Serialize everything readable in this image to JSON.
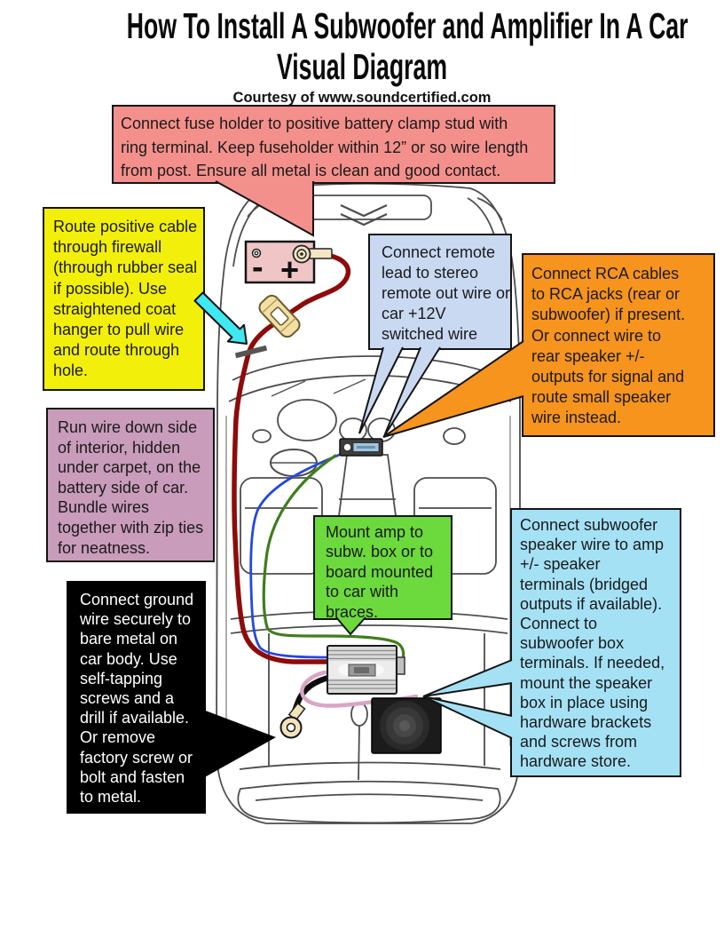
{
  "title": {
    "line1": "How To Install A Subwoofer and Amplifier In A Car",
    "line2": "Visual Diagram",
    "courtesy": "Courtesy of www.soundcertified.com"
  },
  "callouts": {
    "fuse_holder": {
      "text": "Connect fuse holder to positive battery clamp stud with\nring terminal. Keep fuseholder within 12” or so wire length\nfrom post. Ensure all metal is clean and good contact.",
      "color": "#F4908C"
    },
    "firewall_routing": {
      "text": "Route positive cable\nthrough firewall\n(through rubber seal\nif possible). Use\nstraightened coat\nhanger to pull wire\nand route through\nhole.",
      "color": "#F2EF0A"
    },
    "remote_lead": {
      "text": "Connect remote\nlead to stereo\nremote out wire or\ncar +12V\nswitched wire",
      "color": "#C9D9F2"
    },
    "rca_cables": {
      "text": "Connect RCA cables\nto RCA jacks (rear or\nsubwoofer) if present.\nOr connect wire to\nrear speaker +/-\noutputs for signal and\nroute small speaker\nwire instead.",
      "color": "#F7941D"
    },
    "interior_wiring": {
      "text": "Run wire down side\nof interior, hidden\nunder carpet, on the\nbattery side of car.\nBundle wires\ntogether with zip ties\nfor neatness.",
      "color": "#C99CBB"
    },
    "amp_mounting": {
      "text": "Mount amp to\nsubw. box or to\nboard mounted\nto car with\nbraces.",
      "color": "#6CD93D"
    },
    "ground_wire": {
      "text": "Connect ground\nwire securely to\nbare metal on\ncar body. Use\nself-tapping\nscrews and a\ndrill if available.\nOr remove\nfactory screw or\nbolt and fasten\nto metal.",
      "color": "#000000"
    },
    "subwoofer_wiring": {
      "text": "Connect subwoofer\nspeaker wire to amp\n+/- speaker\nterminals (bridged\noutputs if available).\nConnect to\nsubwoofer box\nterminals. If needed,\nmount the speaker\nbox in place using\nhardware brackets\nand screws from\nhardware store.",
      "color": "#A5E1F5"
    }
  },
  "diagram": {
    "battery": {
      "minus_label": "-",
      "plus_label": "+"
    },
    "wire_colors": {
      "power": "#8E0B0B",
      "rca_signal": "#2447E0",
      "remote": "#3F7D1C",
      "ground": "#0D0D0D",
      "speaker": "#D8A5C5"
    },
    "pointer_arrow_color": "#3EE9F2"
  }
}
